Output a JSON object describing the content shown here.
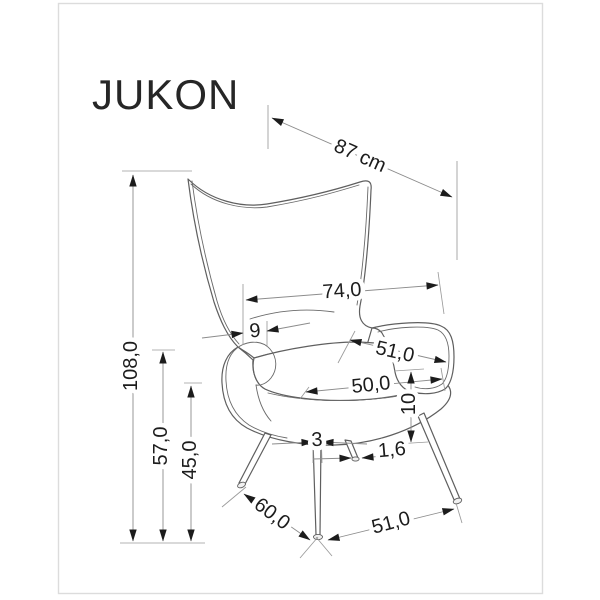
{
  "title": "JUKON",
  "figure": {
    "type": "technical-dimension-drawing",
    "subject": "wingback armchair, three-quarter view"
  },
  "dimensions": {
    "diagonal_depth": "87 cm",
    "back_width": "74,0",
    "backrest_thickness": "9",
    "seat_depth": "51,0",
    "seat_width": "50,0",
    "seat_side_height": "10",
    "front_leg_width": "3",
    "leg_foot_diameter": "1,6",
    "total_height": "108,0",
    "armrest_height": "57,0",
    "seat_height": "45,0",
    "front_leg_spread": "60,0",
    "side_leg_spread": "51,0"
  },
  "colors": {
    "background": "#ffffff",
    "frame_border": "#dcdcdc",
    "chair_outline": "#5f5f5f",
    "dimension_line": "#8c8c8c",
    "arrow_and_text": "#1c1c1c"
  }
}
